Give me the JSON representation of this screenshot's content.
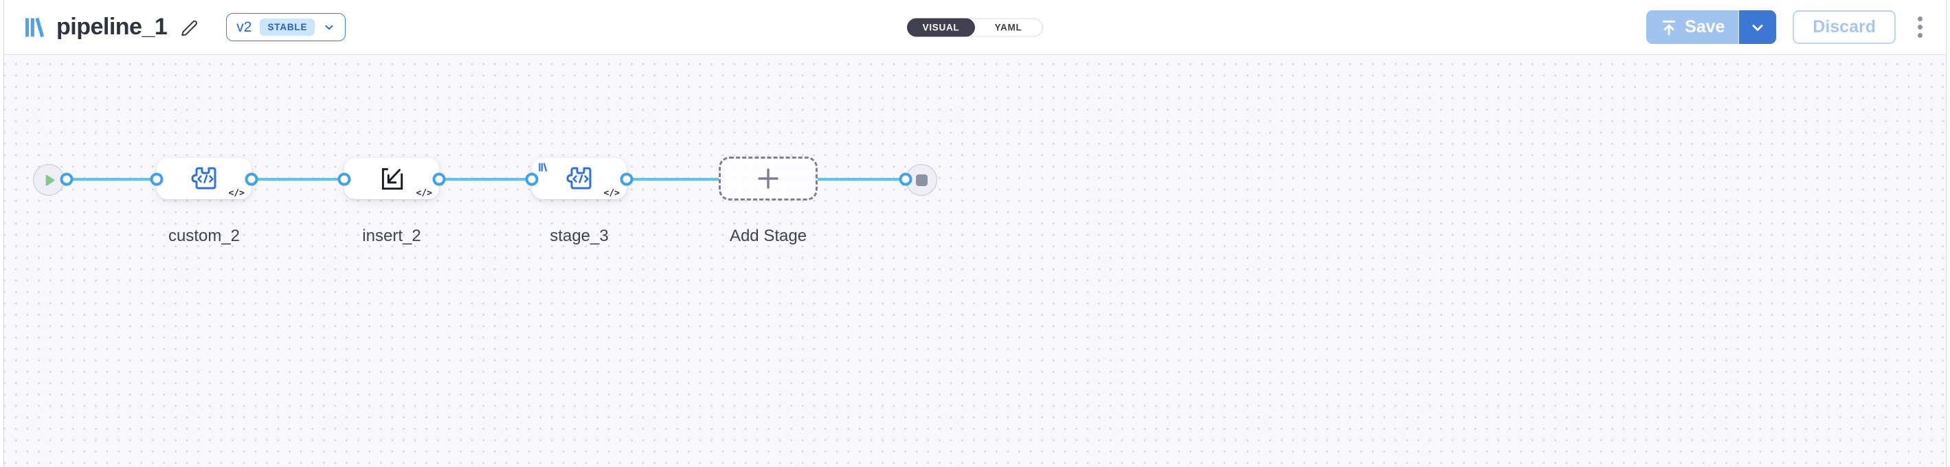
{
  "header": {
    "title": "pipeline_1",
    "version": {
      "label": "v2",
      "badge": "STABLE"
    },
    "view_toggle": {
      "options": [
        "VISUAL",
        "YAML"
      ],
      "selected": "VISUAL"
    },
    "actions": {
      "save": "Save",
      "discard": "Discard"
    }
  },
  "pipeline": {
    "start": {
      "icon": "play"
    },
    "end": {
      "icon": "stop"
    },
    "stages": [
      {
        "label": "custom_2",
        "icon": "custom-function-puzzle-code",
        "code_badge": "</>"
      },
      {
        "label": "insert_2",
        "icon": "insert-arrow-box",
        "code_badge": "</>"
      },
      {
        "label": "stage_3",
        "icon": "custom-function-puzzle-code",
        "code_badge": "</>",
        "corner_badge": "library-logo"
      },
      {
        "label": "Add Stage",
        "icon": "plus"
      }
    ]
  },
  "colors": {
    "accent_blue": "#3d77d4",
    "save_disabled_blue": "#a0c3ef",
    "edge_blue": "#5fc2f1",
    "port_blue": "#3da2e8",
    "node_icon_blue": "#2f71da",
    "logo_blue": "#4da3e8",
    "stable_badge_bg": "#cbe5fa",
    "stable_badge_text": "#2161c8",
    "toggle_selected_bg": "#40404f",
    "play_green": "#82ca8a",
    "canvas_bg": "#f8f8fc"
  }
}
